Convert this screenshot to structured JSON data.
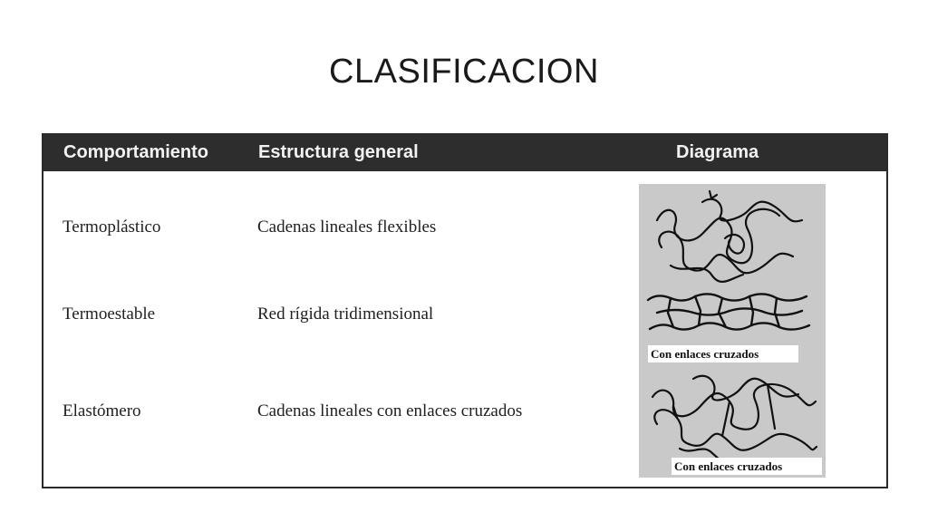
{
  "slide": {
    "title": "CLASIFICACION"
  },
  "table": {
    "headers": {
      "behavior": "Comportamiento",
      "structure": "Estructura general",
      "diagram": "Diagrama"
    },
    "rows": [
      {
        "behavior": "Termoplástico",
        "structure": "Cadenas lineales flexibles",
        "diagram_icon": "tangled-linear-chains-icon"
      },
      {
        "behavior": "Termoestable",
        "structure": "Red rígida tridimensional",
        "diagram_label": "Con enlaces cruzados",
        "diagram_icon": "rigid-3d-network-icon"
      },
      {
        "behavior": "Elastómero",
        "structure": "Cadenas lineales con enlaces cruzados",
        "diagram_label": "Con enlaces cruzados",
        "diagram_icon": "crosslinked-chains-icon"
      }
    ]
  },
  "colors": {
    "header_bg": "#2d2d2d",
    "header_text": "#f2f2f2",
    "diagram_bg": "#c9c9c9"
  }
}
